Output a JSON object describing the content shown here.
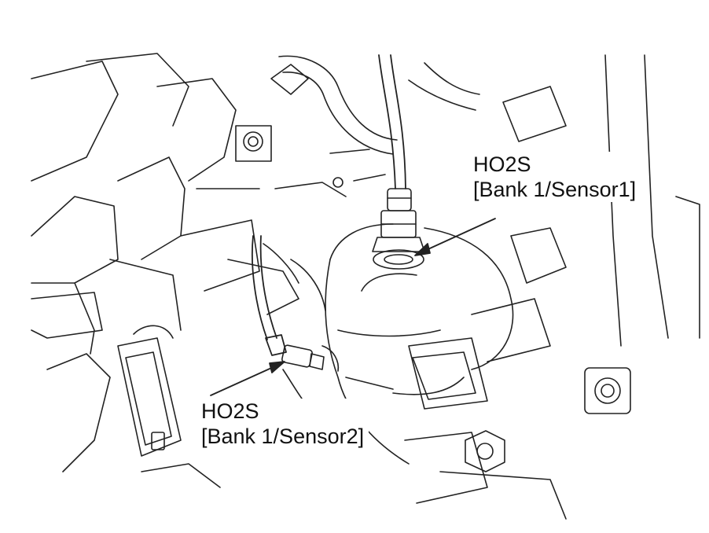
{
  "labels": {
    "sensor1": {
      "line1": "HO2S",
      "line2": "[Bank 1/Sensor1]"
    },
    "sensor2": {
      "line1": "HO2S",
      "line2": "[Bank 1/Sensor2]"
    }
  },
  "colors": {
    "ink": "#222222",
    "background": "#ffffff"
  }
}
